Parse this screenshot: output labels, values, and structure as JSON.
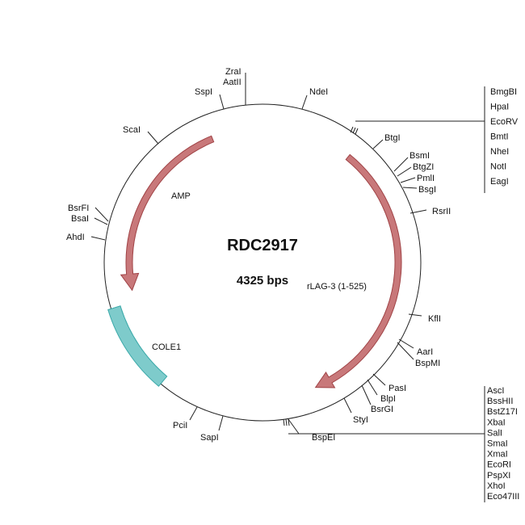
{
  "plasmid": {
    "name": "RDC2917",
    "size_label": "4325 bps"
  },
  "colors": {
    "backbone": "#222222",
    "arrow_fill": "#c8787a",
    "arrow_stroke": "#a04346",
    "cole1_fill": "#7ecbcb",
    "cole1_stroke": "#3aa9a9"
  },
  "features": [
    {
      "id": "amp",
      "label": "AMP",
      "type": "arrow",
      "direction": "ccw"
    },
    {
      "id": "rlag3",
      "label": "rLAG-3 (1-525)",
      "type": "arrow",
      "direction": "cw"
    },
    {
      "id": "cole1",
      "label": "COLE1",
      "type": "block"
    }
  ],
  "sites": {
    "single": [
      {
        "id": "zrai-aatii",
        "labels": [
          "ZraI",
          "AatII"
        ]
      },
      {
        "id": "sspi",
        "labels": [
          "SspI"
        ]
      },
      {
        "id": "ndei",
        "labels": [
          "NdeI"
        ]
      },
      {
        "id": "scai",
        "labels": [
          "ScaI"
        ]
      },
      {
        "id": "btgi",
        "labels": [
          "BtgI"
        ]
      },
      {
        "id": "bsmi-group",
        "labels": [
          "BsmI",
          "BtgZI",
          "PmlI",
          "BsgI"
        ]
      },
      {
        "id": "rsrii",
        "labels": [
          "RsrII"
        ]
      },
      {
        "id": "bsrfi-bsai",
        "labels": [
          "BsrFI",
          "BsaI"
        ]
      },
      {
        "id": "ahdi",
        "labels": [
          "AhdI"
        ]
      },
      {
        "id": "kfli",
        "labels": [
          "KflI"
        ]
      },
      {
        "id": "aari-bspmi",
        "labels": [
          "AarI",
          "BspMI"
        ]
      },
      {
        "id": "pasi",
        "labels": [
          "PasI"
        ]
      },
      {
        "id": "blpi",
        "labels": [
          "BlpI"
        ]
      },
      {
        "id": "bsrgi",
        "labels": [
          "BsrGI"
        ]
      },
      {
        "id": "styi",
        "labels": [
          "StyI"
        ]
      },
      {
        "id": "pcii",
        "labels": [
          "PciI"
        ]
      },
      {
        "id": "sapi",
        "labels": [
          "SapI"
        ]
      },
      {
        "id": "bspei",
        "labels": [
          "BspEI"
        ]
      }
    ],
    "mcs_top": [
      "BmgBI",
      "HpaI",
      "EcoRV",
      "BmtI",
      "NheI",
      "NotI",
      "EagI"
    ],
    "mcs_bottom": [
      "AscI",
      "BssHII",
      "BstZ17I",
      "XbaI",
      "SalI",
      "SmaI",
      "XmaI",
      "EcoRI",
      "PspXI",
      "XhoI",
      "Eco47III"
    ]
  }
}
